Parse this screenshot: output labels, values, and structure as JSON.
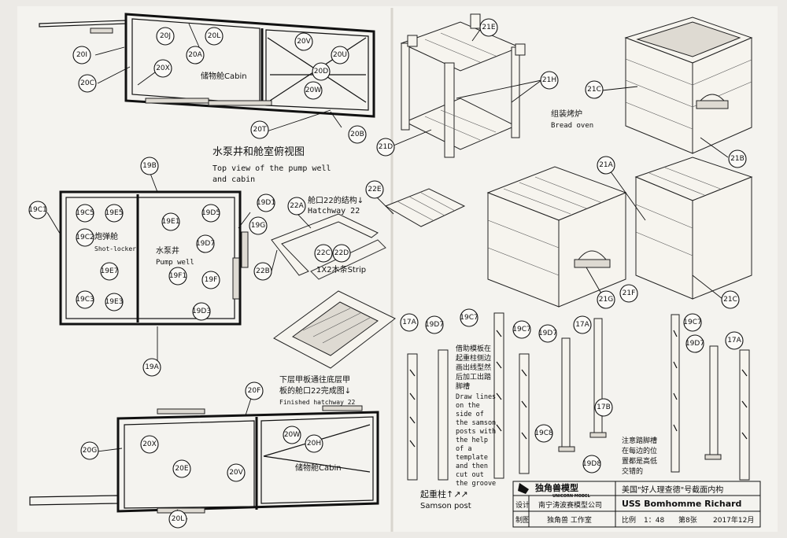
{
  "top_view": {
    "title_cn": "水泵井和舱室俯视图",
    "title_en_1": "Top view of the pump well",
    "title_en_2": "and cabin",
    "cabin_label": "储物舱Cabin",
    "callouts": [
      "20I",
      "20C",
      "20J",
      "20L",
      "20U",
      "20A",
      "20X",
      "20V",
      "20D",
      "20W",
      "20T",
      "20B"
    ]
  },
  "pump_well": {
    "shot_locker_cn": "炮弹舱",
    "shot_locker_en": "Shot-locker",
    "pump_cn": "水泵井",
    "pump_en": "Pump well",
    "callouts": [
      "19C1",
      "19B",
      "19C5",
      "19E5",
      "19D5",
      "19D1",
      "19C2",
      "19E1",
      "19G",
      "19D7",
      "19E7",
      "19F1",
      "19F",
      "19C3",
      "19E3",
      "19D3",
      "19A"
    ]
  },
  "hatchway": {
    "title_cn": "舱口22的结构↓",
    "title_en": "Hatchway 22",
    "strip_label": "1X2木条Strip",
    "finished_cn_1": "下层甲板通往底层甲",
    "finished_cn_2": "板的舱口22完成图↓",
    "finished_en": "Finished hatchway 22",
    "callouts": [
      "22A",
      "22E",
      "22B",
      "22C",
      "22D"
    ]
  },
  "bread_oven": {
    "label_cn": "组装烤炉",
    "label_en": "Bread oven",
    "callouts": [
      "21E",
      "21H",
      "21D",
      "21C",
      "21B",
      "21A",
      "21G",
      "21F",
      "21C"
    ]
  },
  "bottom_view": {
    "cabin_label": "储物舱Cabin",
    "callouts": [
      "20F",
      "20G",
      "20X",
      "20E",
      "20W",
      "20H",
      "20V",
      "20L"
    ]
  },
  "samson": {
    "note_cn": [
      "借助模板在",
      "起重柱侧边",
      "画出线型然",
      "后加工出踏",
      "脚槽"
    ],
    "note_en": [
      "Draw lines",
      "on the",
      "side of",
      "the samson",
      "posts with",
      "the help",
      "of a",
      "template",
      "and then",
      "cut out",
      "the groove"
    ],
    "label_cn": "起重柱↑↗↗",
    "label_en": "Samson post",
    "groove_note": [
      "注意踏脚槽",
      "在每边的位",
      "置都是高低",
      "交错的"
    ],
    "callouts": [
      "17A",
      "19D7",
      "19C7",
      "19C7",
      "19D7",
      "17A",
      "17B",
      "19C8",
      "19D8",
      "19C7",
      "19D7",
      "17A"
    ]
  },
  "title_block": {
    "brand_cn": "独角兽模型",
    "brand_en": "UNICORN MODEL",
    "title_cn": "美国\"好人理查德\"号截面内构",
    "title_en": "USS Bomhomme Richard",
    "design_label": "设计",
    "design_value": "南宁涛波赛模型公司",
    "drawn_label": "制图",
    "drawn_value": "独角兽 工作室",
    "scale_label": "比例",
    "scale_value": "1：48",
    "sheet_label": "第8张",
    "date_label": "2017年12月"
  }
}
